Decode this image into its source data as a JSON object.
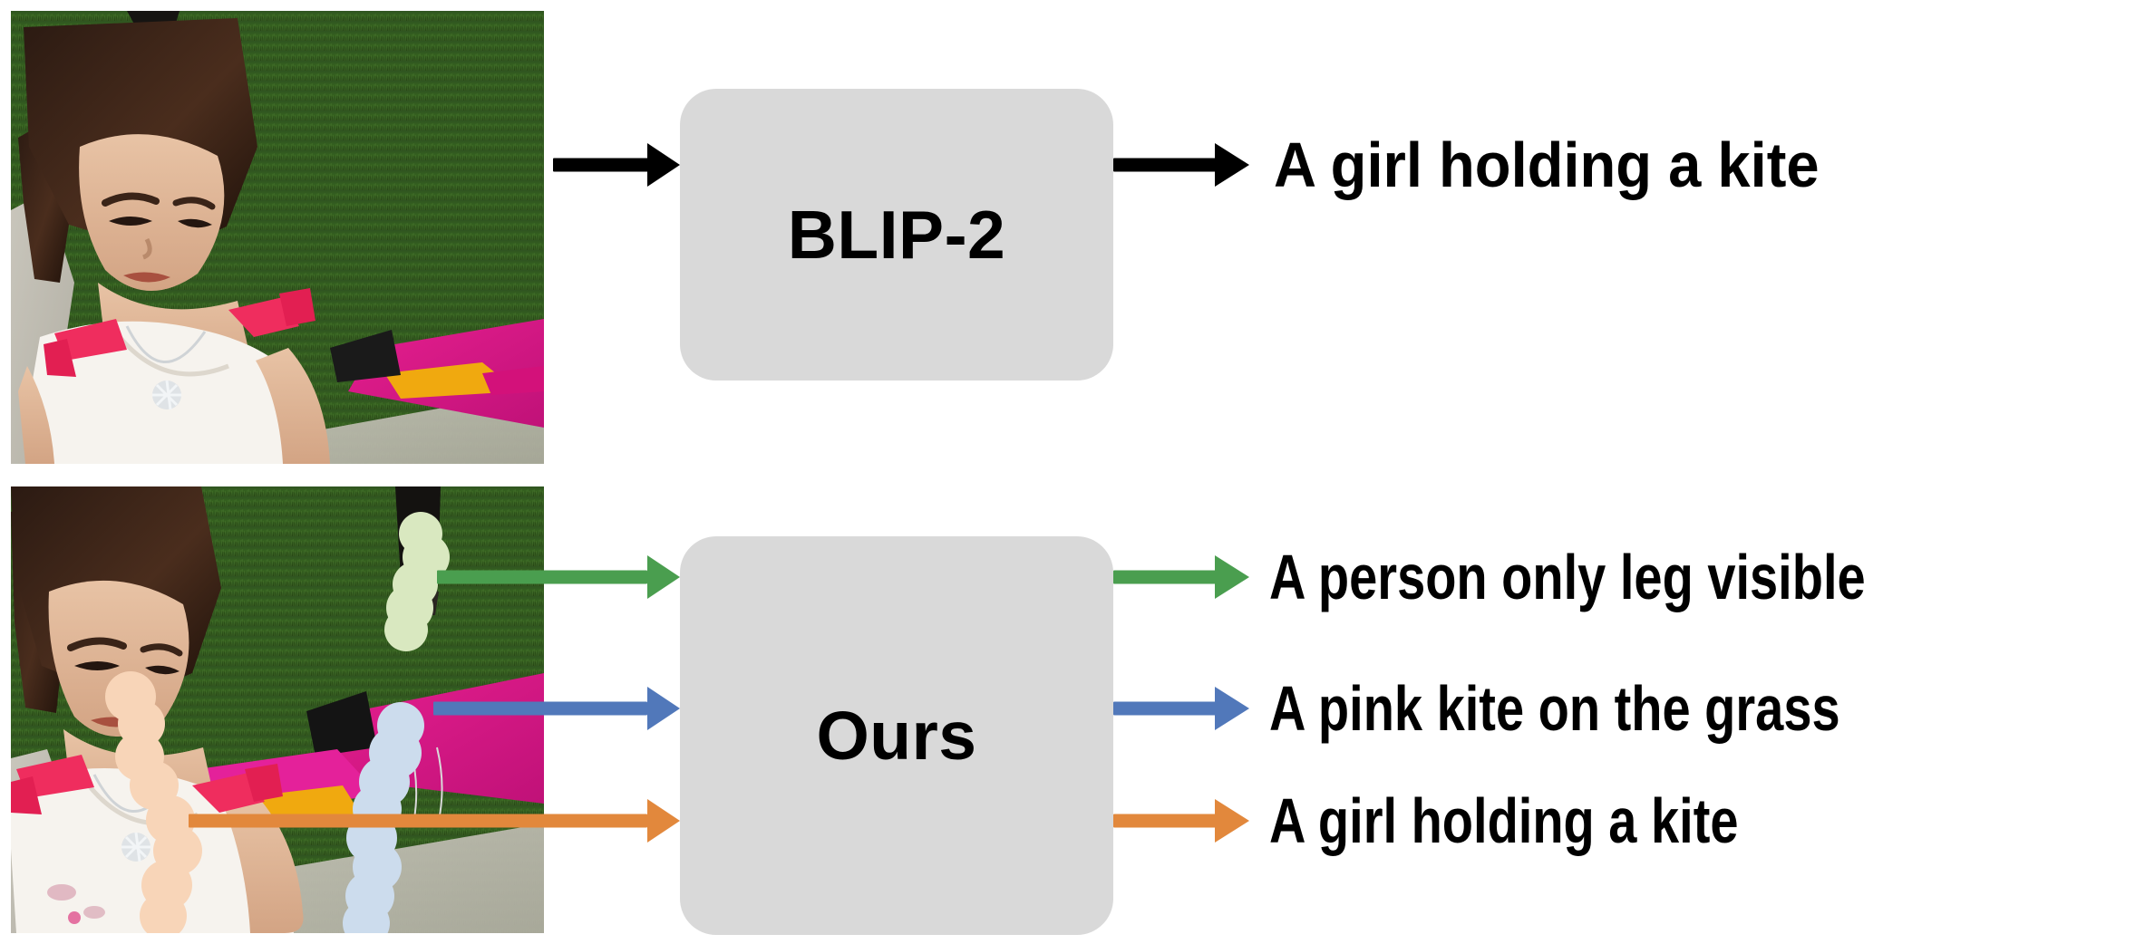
{
  "figure": {
    "panels": [
      {
        "id": "baseline",
        "model_label": "BLIP-2",
        "image_alt": "girl in white dress with pink bows holding a pink kite on grass",
        "outputs": [
          {
            "caption": "A girl holding a kite",
            "color": "#000000"
          }
        ]
      },
      {
        "id": "ours",
        "model_label": "Ours",
        "image_alt": "same girl and kite photo with colored dot-trail region masks overlaid",
        "outputs": [
          {
            "caption": "A person only leg visible",
            "color": "#4a9e4f"
          },
          {
            "caption": "A pink kite on the grass",
            "color": "#5178ba"
          },
          {
            "caption": "A girl holding a kite",
            "color": "#e2883c"
          }
        ]
      }
    ],
    "colors": {
      "box_fill": "#d9d9d9",
      "arrow_black": "#000000",
      "green": "#4a9e4f",
      "blue": "#5178ba",
      "orange": "#e2883c",
      "mask_green": "#d9e8c0",
      "mask_blue": "#ccdced",
      "mask_peach": "#f8d5b8"
    },
    "icons": {
      "input_arrow": "arrow-right-icon",
      "output_arrow": "arrow-right-icon"
    }
  }
}
